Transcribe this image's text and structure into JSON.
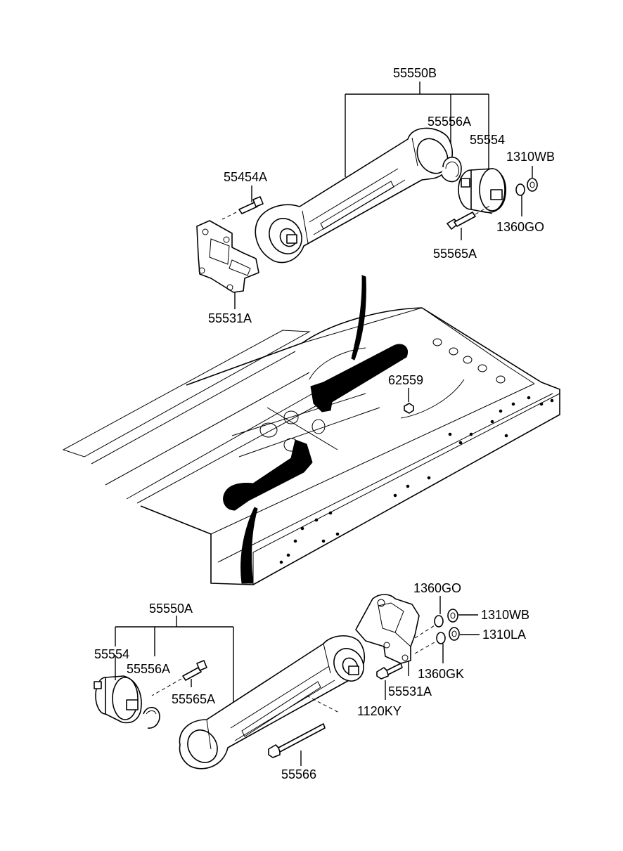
{
  "labels": {
    "top_assembly": "55550B",
    "top_ring": "55556A",
    "top_bushing": "55554",
    "top_nut_wb": "1310WB",
    "top_bolt_left": "55454A",
    "top_washer": "1360GO",
    "top_bolt_right": "55565A",
    "top_bracket": "55531A",
    "center_nut": "62559",
    "bottom_assembly": "55550A",
    "bottom_washer_go": "1360GO",
    "bottom_nut_wb": "1310WB",
    "bottom_nut_la": "1310LA",
    "bottom_bushing": "55554",
    "bottom_ring": "55556A",
    "bottom_washer_gk": "1360GK",
    "bottom_bracket": "55531A",
    "bottom_bolt_565": "55565A",
    "bottom_bolt_ky": "1120KY",
    "bottom_long_bolt": "55566"
  }
}
